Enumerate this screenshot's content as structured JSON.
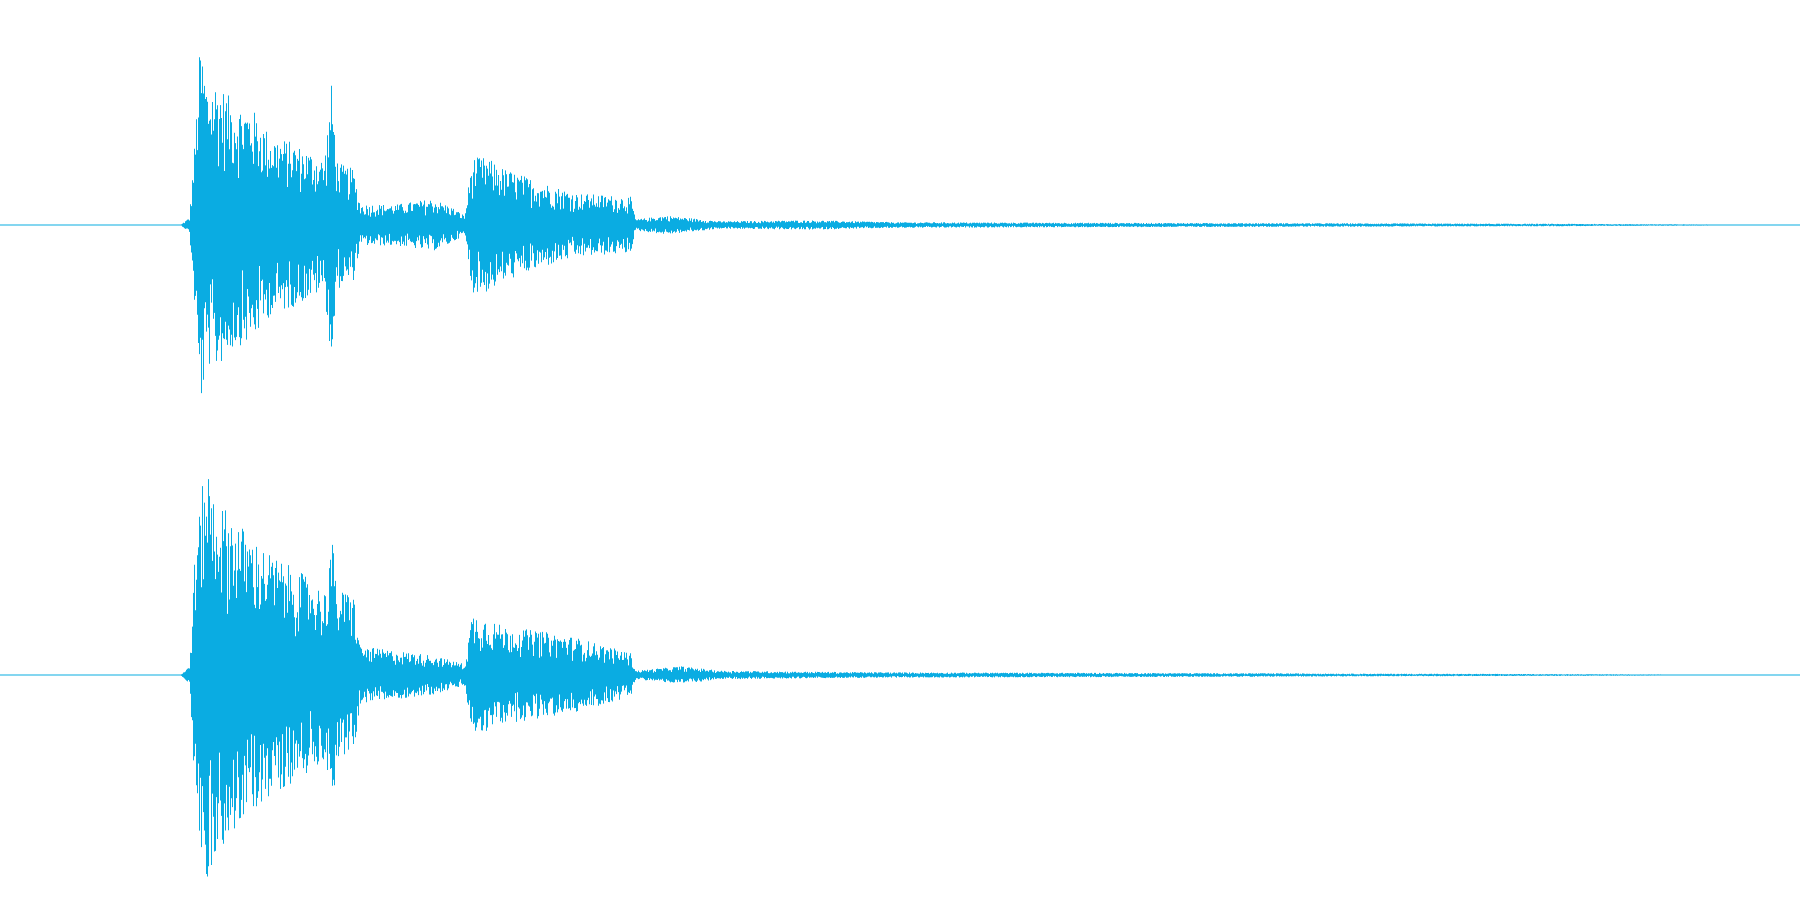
{
  "chart_data": {
    "type": "line",
    "title": "",
    "xlabel": "",
    "ylabel": "",
    "grid": false,
    "legend": "none",
    "x_unit": "normalized time",
    "ylim": [
      -1,
      1
    ],
    "xlim": [
      0,
      1
    ],
    "series": [
      {
        "channel": 1,
        "color": "#0aace2",
        "envelope": [
          {
            "x": 0.0,
            "top": 0.0,
            "bottom": 0.0
          },
          {
            "x": 0.1,
            "top": 0.0,
            "bottom": 0.0
          },
          {
            "x": 0.105,
            "top": 0.04,
            "bottom": -0.04
          },
          {
            "x": 0.108,
            "top": 0.45,
            "bottom": -0.45
          },
          {
            "x": 0.111,
            "top": 0.98,
            "bottom": -0.98
          },
          {
            "x": 0.115,
            "top": 0.75,
            "bottom": -0.75
          },
          {
            "x": 0.12,
            "top": 0.77,
            "bottom": -0.77
          },
          {
            "x": 0.13,
            "top": 0.65,
            "bottom": -0.65
          },
          {
            "x": 0.14,
            "top": 0.62,
            "bottom": -0.62
          },
          {
            "x": 0.15,
            "top": 0.48,
            "bottom": -0.48
          },
          {
            "x": 0.16,
            "top": 0.45,
            "bottom": -0.45
          },
          {
            "x": 0.17,
            "top": 0.4,
            "bottom": -0.4
          },
          {
            "x": 0.18,
            "top": 0.35,
            "bottom": -0.35
          },
          {
            "x": 0.184,
            "top": 0.76,
            "bottom": -0.76
          },
          {
            "x": 0.187,
            "top": 0.35,
            "bottom": -0.35
          },
          {
            "x": 0.19,
            "top": 0.32,
            "bottom": -0.32
          },
          {
            "x": 0.196,
            "top": 0.3,
            "bottom": -0.3
          },
          {
            "x": 0.2,
            "top": 0.11,
            "bottom": -0.11
          },
          {
            "x": 0.22,
            "top": 0.11,
            "bottom": -0.11
          },
          {
            "x": 0.24,
            "top": 0.14,
            "bottom": -0.14
          },
          {
            "x": 0.25,
            "top": 0.1,
            "bottom": -0.1
          },
          {
            "x": 0.258,
            "top": 0.05,
            "bottom": -0.05
          },
          {
            "x": 0.262,
            "top": 0.36,
            "bottom": -0.36
          },
          {
            "x": 0.27,
            "top": 0.36,
            "bottom": -0.36
          },
          {
            "x": 0.28,
            "top": 0.3,
            "bottom": -0.3
          },
          {
            "x": 0.3,
            "top": 0.23,
            "bottom": -0.23
          },
          {
            "x": 0.32,
            "top": 0.17,
            "bottom": -0.17
          },
          {
            "x": 0.35,
            "top": 0.15,
            "bottom": -0.15
          },
          {
            "x": 0.353,
            "top": 0.03,
            "bottom": -0.03
          },
          {
            "x": 0.37,
            "top": 0.05,
            "bottom": -0.05
          },
          {
            "x": 0.4,
            "top": 0.02,
            "bottom": -0.02
          },
          {
            "x": 0.45,
            "top": 0.025,
            "bottom": -0.025
          },
          {
            "x": 0.5,
            "top": 0.015,
            "bottom": -0.015
          },
          {
            "x": 0.6,
            "top": 0.012,
            "bottom": -0.012
          },
          {
            "x": 0.7,
            "top": 0.01,
            "bottom": -0.01
          },
          {
            "x": 0.8,
            "top": 0.008,
            "bottom": -0.008
          },
          {
            "x": 0.88,
            "top": 0.006,
            "bottom": -0.006
          },
          {
            "x": 0.95,
            "top": 0.003,
            "bottom": -0.003
          },
          {
            "x": 1.0,
            "top": 0.0,
            "bottom": 0.0
          }
        ]
      },
      {
        "channel": 2,
        "color": "#0aace2",
        "envelope": [
          {
            "x": 0.0,
            "top": 0.0,
            "bottom": 0.0
          },
          {
            "x": 0.1,
            "top": 0.0,
            "bottom": 0.0
          },
          {
            "x": 0.105,
            "top": 0.04,
            "bottom": -0.04
          },
          {
            "x": 0.108,
            "top": 0.55,
            "bottom": -0.55
          },
          {
            "x": 0.114,
            "top": 0.99,
            "bottom": -0.99
          },
          {
            "x": 0.12,
            "top": 0.8,
            "bottom": -0.8
          },
          {
            "x": 0.13,
            "top": 0.72,
            "bottom": -0.72
          },
          {
            "x": 0.14,
            "top": 0.62,
            "bottom": -0.62
          },
          {
            "x": 0.15,
            "top": 0.55,
            "bottom": -0.55
          },
          {
            "x": 0.16,
            "top": 0.5,
            "bottom": -0.5
          },
          {
            "x": 0.17,
            "top": 0.45,
            "bottom": -0.45
          },
          {
            "x": 0.18,
            "top": 0.38,
            "bottom": -0.38
          },
          {
            "x": 0.184,
            "top": 0.65,
            "bottom": -0.65
          },
          {
            "x": 0.187,
            "top": 0.38,
            "bottom": -0.38
          },
          {
            "x": 0.196,
            "top": 0.38,
            "bottom": -0.38
          },
          {
            "x": 0.2,
            "top": 0.13,
            "bottom": -0.13
          },
          {
            "x": 0.22,
            "top": 0.11,
            "bottom": -0.11
          },
          {
            "x": 0.24,
            "top": 0.09,
            "bottom": -0.09
          },
          {
            "x": 0.258,
            "top": 0.05,
            "bottom": -0.05
          },
          {
            "x": 0.262,
            "top": 0.28,
            "bottom": -0.28
          },
          {
            "x": 0.27,
            "top": 0.26,
            "bottom": -0.26
          },
          {
            "x": 0.28,
            "top": 0.22,
            "bottom": -0.22
          },
          {
            "x": 0.3,
            "top": 0.2,
            "bottom": -0.2
          },
          {
            "x": 0.32,
            "top": 0.17,
            "bottom": -0.17
          },
          {
            "x": 0.35,
            "top": 0.1,
            "bottom": -0.1
          },
          {
            "x": 0.353,
            "top": 0.02,
            "bottom": -0.02
          },
          {
            "x": 0.378,
            "top": 0.04,
            "bottom": -0.04
          },
          {
            "x": 0.4,
            "top": 0.02,
            "bottom": -0.02
          },
          {
            "x": 0.45,
            "top": 0.015,
            "bottom": -0.015
          },
          {
            "x": 0.5,
            "top": 0.012,
            "bottom": -0.012
          },
          {
            "x": 0.6,
            "top": 0.01,
            "bottom": -0.01
          },
          {
            "x": 0.7,
            "top": 0.008,
            "bottom": -0.008
          },
          {
            "x": 0.77,
            "top": 0.006,
            "bottom": -0.006
          },
          {
            "x": 0.88,
            "top": 0.004,
            "bottom": -0.004
          },
          {
            "x": 1.0,
            "top": 0.0,
            "bottom": 0.0
          }
        ]
      }
    ]
  },
  "colors": {
    "waveform": "#0aace2",
    "background": "#ffffff"
  }
}
